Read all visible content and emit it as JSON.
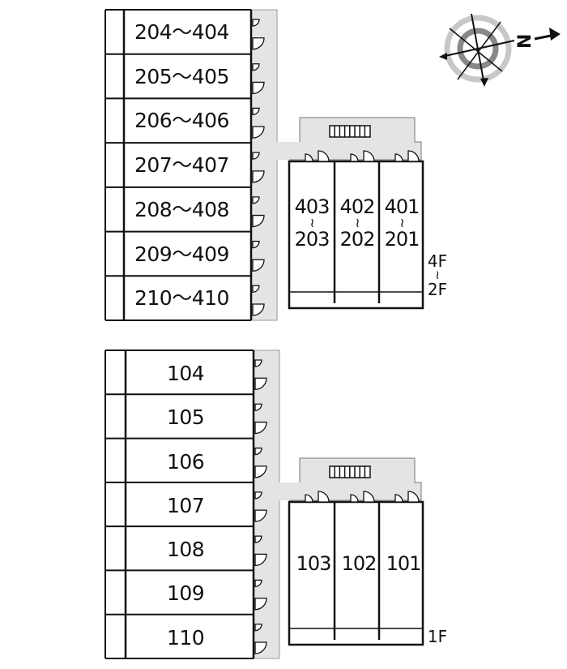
{
  "upper_block": {
    "west_units": [
      "204〜404",
      "205〜405",
      "206〜406",
      "207〜407",
      "208〜408",
      "209〜409",
      "210〜410"
    ],
    "east_units": [
      {
        "top": "403",
        "sep": "≀",
        "bottom": "203"
      },
      {
        "top": "402",
        "sep": "≀",
        "bottom": "202"
      },
      {
        "top": "401",
        "sep": "≀",
        "bottom": "201"
      }
    ],
    "floor_label": {
      "top": "4F",
      "sep": "≀",
      "bottom": "2F"
    }
  },
  "lower_block": {
    "west_units": [
      "104",
      "105",
      "106",
      "107",
      "108",
      "109",
      "110"
    ],
    "east_units": [
      "103",
      "102",
      "101"
    ],
    "floor_label": "1F"
  },
  "compass": {
    "north_label": "N"
  },
  "colors": {
    "corridor": "#e4e4e4",
    "line": "#111111"
  }
}
